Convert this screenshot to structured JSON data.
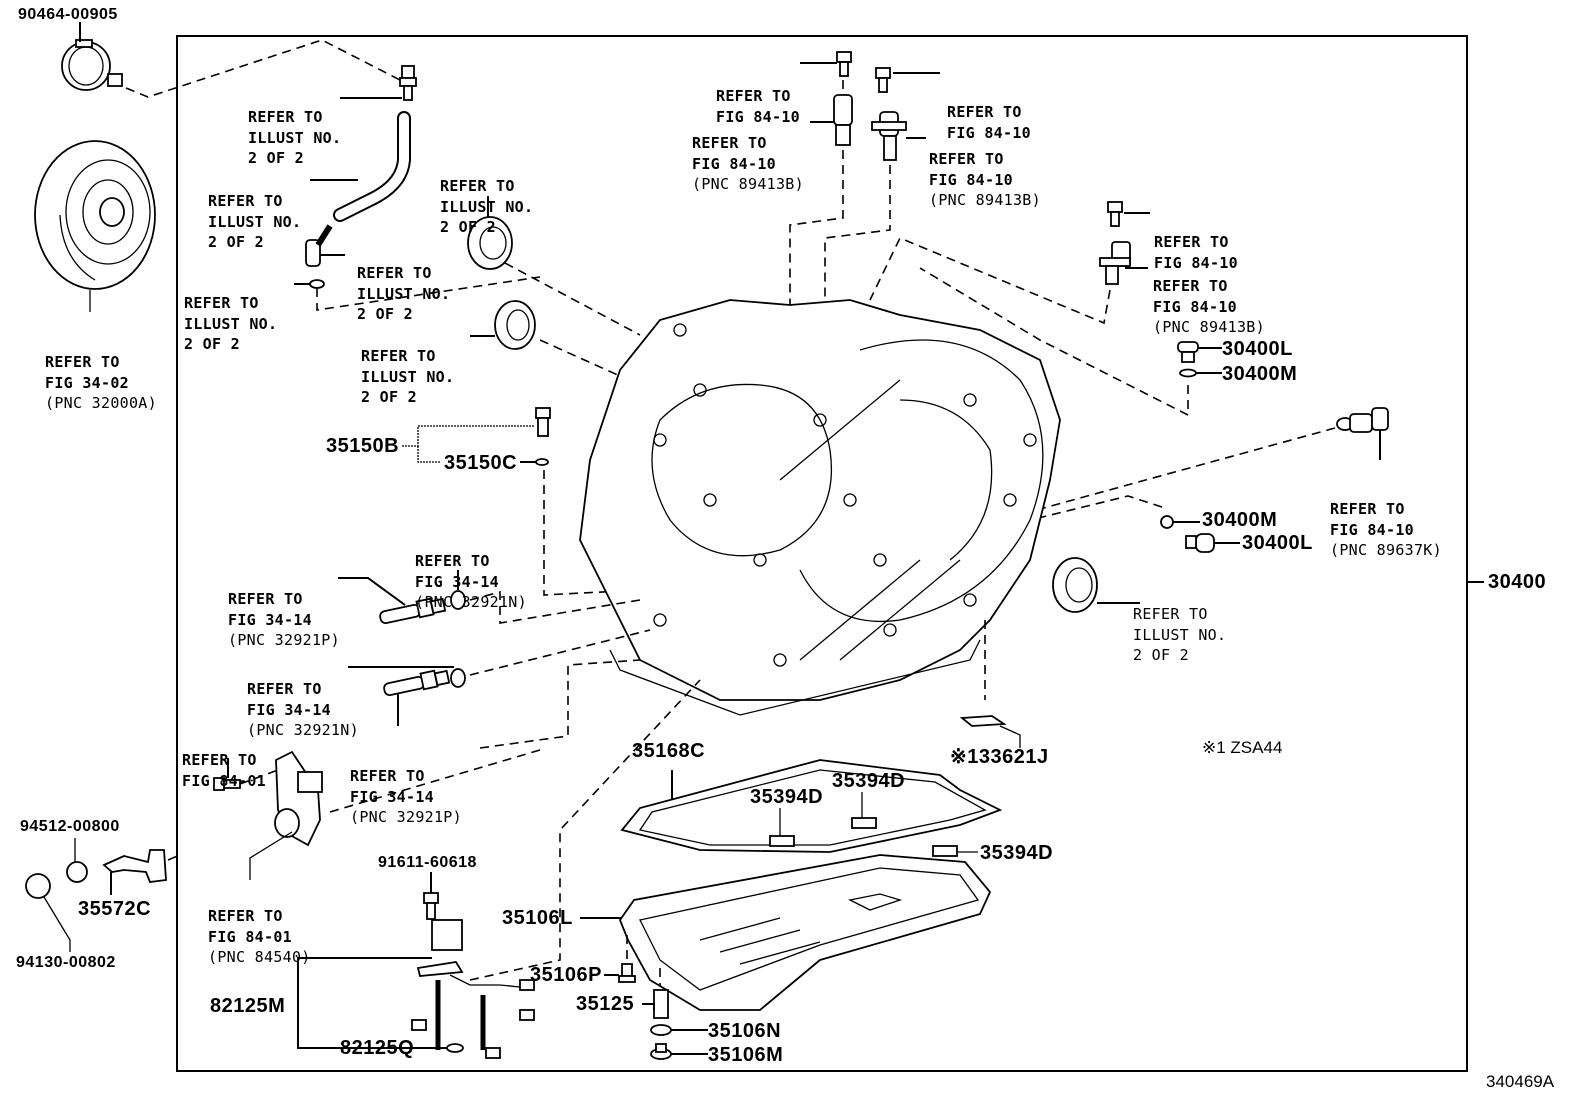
{
  "diagram": {
    "illustration_id": "340469A",
    "assembly_number": "30400",
    "footnote": "※1 ZSA44",
    "standalone_parts": {
      "clamp": "90464-00905",
      "washer": "94512-00800",
      "nut": "94130-00802",
      "bracket": "35572C",
      "bolt_wire": "91611-60618"
    },
    "refer_labels": {
      "torque_converter": [
        "REFER TO",
        "FIG 34-02",
        "(PNC 32000A)"
      ],
      "breather_plug": [
        "REFER TO",
        "ILLUST NO.",
        "2 OF 2"
      ],
      "breather_hose": [
        "REFER TO",
        "ILLUST NO.",
        "2 OF 2"
      ],
      "seal_upper": [
        "REFER TO",
        "ILLUST NO.",
        "2 OF 2"
      ],
      "union": [
        "REFER TO",
        "ILLUST NO.",
        "2 OF 2"
      ],
      "oring_left": [
        "REFER TO",
        "ILLUST NO.",
        "2 OF 2"
      ],
      "seal_lower": [
        "REFER TO",
        "ILLUST NO.",
        "2 OF 2"
      ],
      "sensor_bolt_1": [
        "REFER TO",
        "FIG 84-10"
      ],
      "sensor_1": [
        "REFER TO",
        "FIG 84-10",
        "(PNC 89413B)"
      ],
      "sensor_bolt_2": [
        "REFER TO",
        "FIG 84-10"
      ],
      "sensor_2": [
        "REFER TO",
        "FIG 84-10",
        "(PNC 89413B)"
      ],
      "sensor_bolt_3": [
        "REFER TO",
        "FIG 84-10"
      ],
      "sensor_3": [
        "REFER TO",
        "FIG 84-10",
        "(PNC 89413B)"
      ],
      "speed_sensor": [
        "REFER TO",
        "FIG 84-10",
        "(PNC 89637K)"
      ],
      "seal_right": [
        "REFER TO",
        "ILLUST NO.",
        "2 OF 2"
      ],
      "oring_cooler_1": [
        "REFER TO",
        "FIG 34-14",
        "(PNC 32921N)"
      ],
      "union_cooler_1": [
        "REFER TO",
        "FIG 34-14",
        "(PNC 32921P)"
      ],
      "oring_cooler_2": [
        "REFER TO",
        "FIG 34-14",
        "(PNC 32921N)"
      ],
      "union_cooler_2": [
        "REFER TO",
        "FIG 34-14",
        "(PNC 32921P)"
      ],
      "switch_bolt": [
        "REFER TO",
        "FIG 84-01"
      ],
      "neutral_switch": [
        "REFER TO",
        "FIG 84-01",
        "(PNC 84540)"
      ]
    },
    "part_numbers": {
      "plug_upper": "30400L",
      "oring_upper": "30400M",
      "oring_lower": "30400M",
      "plug_lower": "30400L",
      "dipstick_group": "35150B",
      "dipstick_oring": "35150C",
      "pan_gasket": "35168C",
      "magnet_1": "35394D",
      "magnet_2": "35394D",
      "magnet_3": "35394D",
      "label": "※133621J",
      "oil_pan": "35106L",
      "pan_bolt": "35106P",
      "drain_pipe": "35125",
      "drain_gasket": "35106N",
      "drain_plug": "35106M",
      "wire_harness": "82125M",
      "harness_oring": "82125Q"
    }
  }
}
